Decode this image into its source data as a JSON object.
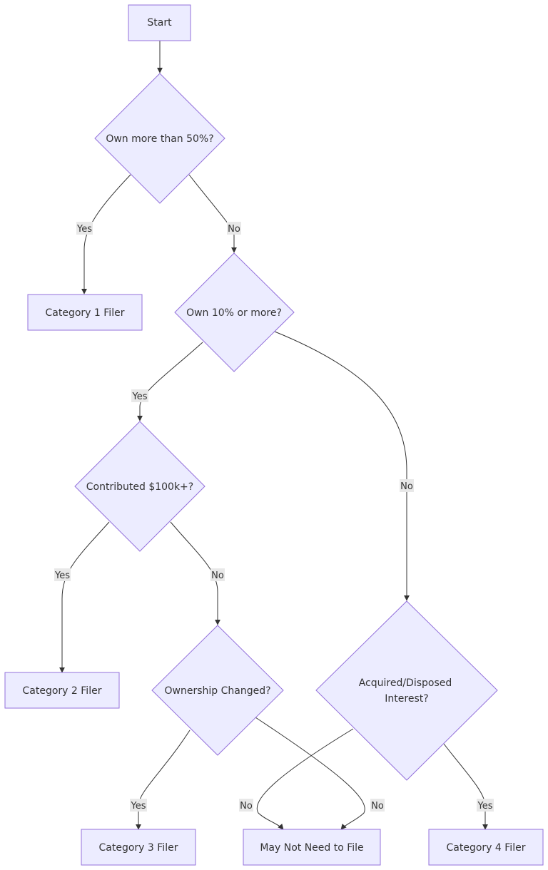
{
  "flowchart": {
    "nodes": {
      "start": "Start",
      "q_own_50": "Own more than 50%?",
      "cat1": "Category 1 Filer",
      "q_own_10": "Own 10% or more?",
      "q_contributed": "Contributed $100k+?",
      "cat2": "Category 2 Filer",
      "q_ownership_changed": "Ownership Changed?",
      "q_acquired_line1": "Acquired/Disposed",
      "q_acquired_line2": "Interest?",
      "cat3": "Category 3 Filer",
      "no_file": "May Not Need to File",
      "cat4": "Category 4 Filer"
    },
    "edges": {
      "own50_yes": "Yes",
      "own50_no": "No",
      "own10_yes": "Yes",
      "own10_no": "No",
      "contrib_yes": "Yes",
      "contrib_no": "No",
      "changed_yes": "Yes",
      "changed_no": "No",
      "acquired_no": "No",
      "acquired_yes": "Yes"
    }
  }
}
